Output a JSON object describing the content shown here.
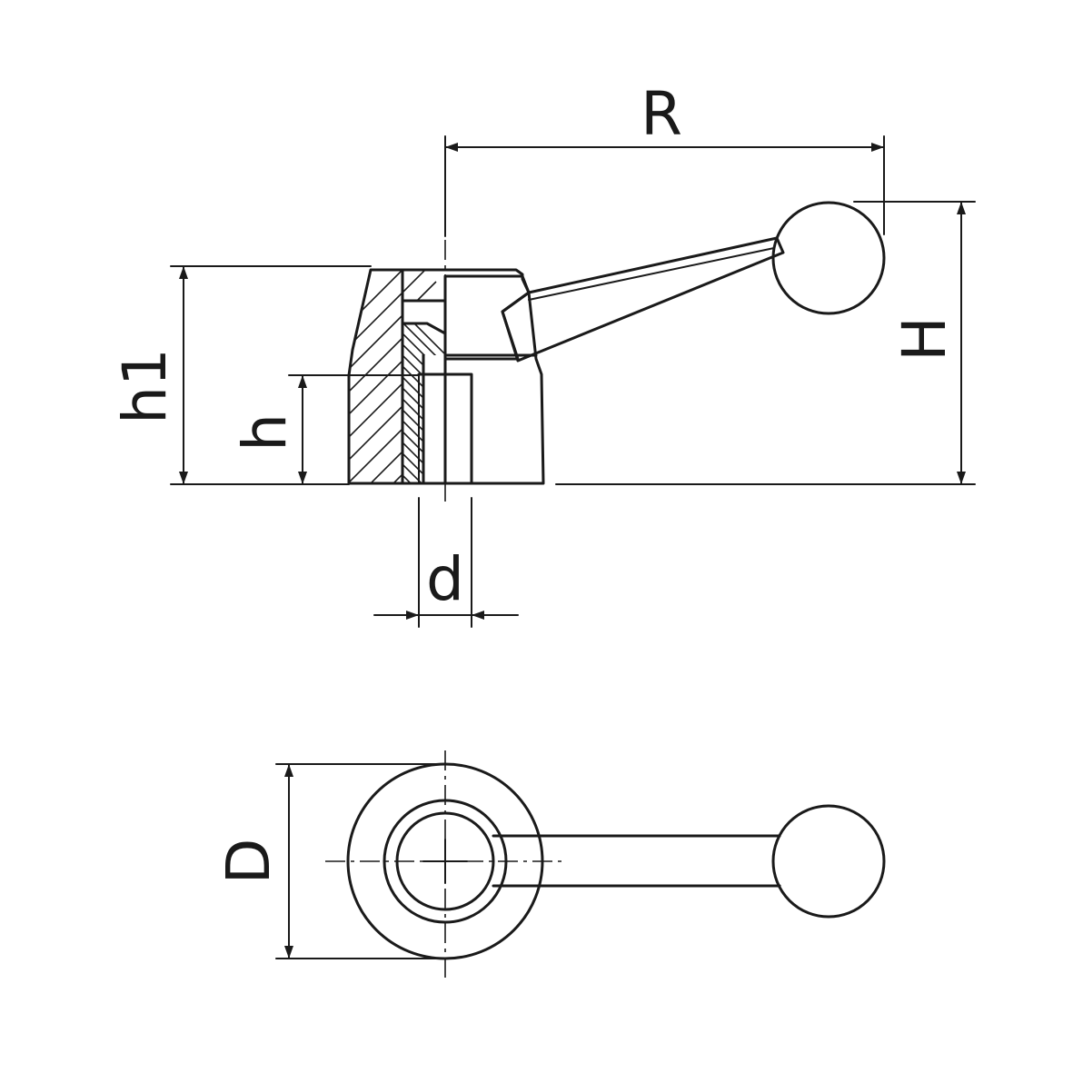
{
  "drawing": {
    "line_color": "#1a1a1a",
    "background": "#ffffff"
  },
  "labels": {
    "R": "R",
    "H": "H",
    "h1": "h1",
    "h": "h",
    "d": "d",
    "D": "D"
  }
}
